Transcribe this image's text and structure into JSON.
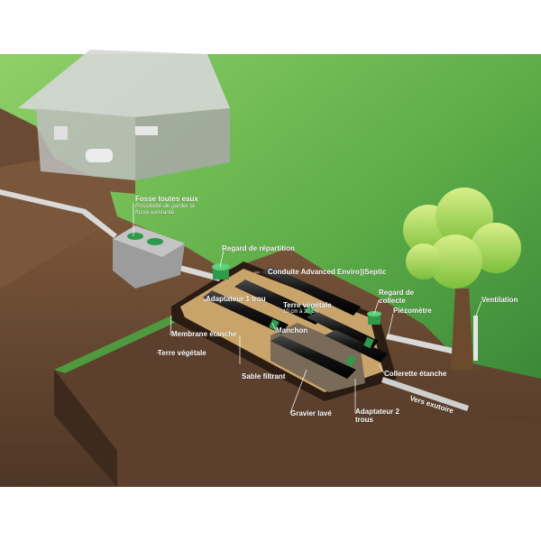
{
  "labels": {
    "fosse_title": "Fosse toutes eaux",
    "fosse_sub_1": "Possibilité de garder la",
    "fosse_sub_2": "fosse existante",
    "regard_repartition": "Regard de répartition",
    "conduite": "Conduite Advanced Enviro))Septic",
    "adaptateur_1": "Adaptateur 1 trou",
    "regard_collecte_1": "Regard de",
    "regard_collecte_2": "collecte",
    "terre_vegetale_top": "Terre végétale",
    "terre_vegetale_depth": "10 cm à 30 cm",
    "piezometre": "Piézomètre",
    "ventilation": "Ventilation",
    "membrane": "Membrane étanche",
    "manchon": "Manchon",
    "terre_vegetale_left": "Terre végétale",
    "sable": "Sable filtrant",
    "collerette": "Collerette étanche",
    "vers_exutoire": "Vers exutoire",
    "gravier": "Gravier lavé",
    "adaptateur_2_1": "Adaptateur 2",
    "adaptateur_2_2": "trous"
  },
  "colors": {
    "grass_light": "#7cc25a",
    "grass_dark": "#3f8a3a",
    "soil": "#6a4a32",
    "soil_dark": "#4a3324",
    "sand": "#c9a46a",
    "pipe": "#1c1c1c",
    "accent_green": "#2e9a4a",
    "house_glass": "#c8c8c8"
  }
}
